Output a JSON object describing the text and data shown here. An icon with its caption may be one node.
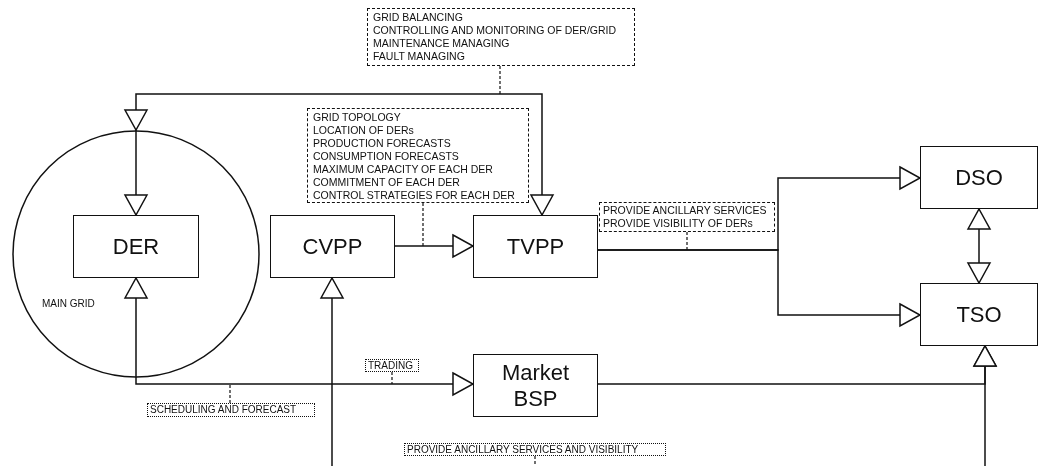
{
  "diagram": {
    "nodes": [
      {
        "text": [
          "MAIN GRID"
        ]
      },
      {
        "text": [
          "DER"
        ],
        "in": 0
      },
      {
        "text": [
          "CVPP"
        ]
      },
      {
        "text": [
          "TVPP"
        ]
      },
      {
        "text": [
          "DSO"
        ]
      },
      {
        "text": [
          "TSO"
        ]
      },
      {
        "text": [
          "Market BSP"
        ]
      },
      {
        "text": [
          "GRID BALANCING",
          "CONTROLLING  AND MONITORING OF DER/GRID",
          "MAINTENANCE MANAGING",
          "FAULT MANAGING"
        ]
      },
      {
        "text": [
          "GRID TOPOLOGY",
          "LOCATION OF DERs",
          "PRODUCTION FORECASTS",
          "CONSUMPTION FORECASTS",
          "MAXIMUM CAPACITY OF EACH DER",
          "COMMITMENT OF EACH DER",
          "CONTROL STRATEGIES FOR EACH DER"
        ]
      },
      {
        "text": [
          "PROVIDE ANCILLARY SERVICES",
          "PROVIDE VISIBILITY OF DERs"
        ]
      },
      {
        "text": [
          "TRADING"
        ]
      },
      {
        "text": [
          "SCHEDULING AND FORECAST"
        ]
      },
      {
        "text": [
          "PROVIDE ANCILLARY SERVICES AND VISIBILITY"
        ]
      }
    ],
    "edges": [
      {
        "from": 3,
        "to": 0,
        "arrow": "both"
      },
      {
        "from": 0,
        "to": 1,
        "arrow": "to"
      },
      {
        "from": 2,
        "to": 3,
        "arrow": "to"
      },
      {
        "from": 3,
        "to": 4,
        "arrow": "to"
      },
      {
        "from": 3,
        "to": 5,
        "arrow": "to"
      },
      {
        "from": 4,
        "to": 5,
        "arrow": "both"
      },
      {
        "from": 1,
        "to": 6,
        "arrow": "both"
      },
      {
        "from": 6,
        "to": 5,
        "arrow": "to"
      },
      {
        "from": null,
        "to": 2,
        "arrow": "to"
      },
      {
        "from": null,
        "to": 5,
        "arrow": "to"
      },
      {
        "from": 7,
        "to": null,
        "arrow": "none",
        "style": "dashed"
      },
      {
        "from": 8,
        "to": null,
        "arrow": "none",
        "style": "dashed"
      },
      {
        "from": 9,
        "to": null,
        "arrow": "none",
        "style": "dashed"
      },
      {
        "from": 10,
        "to": null,
        "arrow": "none",
        "style": "dashed"
      },
      {
        "from": 11,
        "to": null,
        "arrow": "none",
        "style": "dashed"
      },
      {
        "from": 12,
        "to": null,
        "arrow": "none",
        "style": "dashed"
      }
    ]
  }
}
